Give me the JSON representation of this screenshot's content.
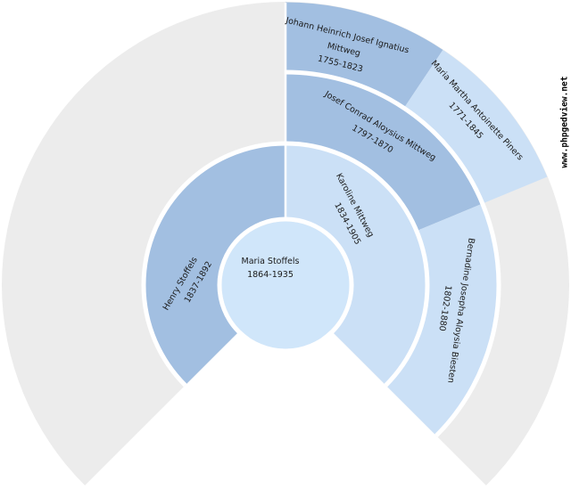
{
  "fan_chart": {
    "type": "genealogy-fan-chart",
    "fan_degrees": 270,
    "generations": 4,
    "watermark": "www.phpgedview.net",
    "colors": {
      "male_wedge": "#a2bfe1",
      "female_wedge": "#cbe0f6",
      "center_circle": "#d0e6fa",
      "empty_wedge": "#ececec",
      "separator": "#ffffff",
      "label_text": "#1a1a1a",
      "watermark_text": "#000000",
      "background": "#ffffff"
    },
    "center_person": {
      "name": "Maria Stoffels",
      "dates": "1864-1935",
      "display_lines": [
        "Maria Stoffels",
        "1864-1935"
      ]
    },
    "ancestors": [
      {
        "relation": "father",
        "generation": 1,
        "slot": 0,
        "shade": "male_wedge",
        "name": "Henry Stoffels",
        "dates": "1837-1892",
        "display_lines": [
          "Henry Stoffels",
          "1837-1892"
        ]
      },
      {
        "relation": "mother",
        "generation": 1,
        "slot": 1,
        "shade": "female_wedge",
        "name": "Karoline Mittweg",
        "dates": "1834-1905",
        "display_lines": [
          "Karoline Mittweg",
          "1834-1905"
        ]
      },
      {
        "relation": "maternal-grandfather",
        "generation": 2,
        "slot": 2,
        "shade": "male_wedge",
        "name": "Josef Conrad Aloysius Mittweg",
        "dates": "1797-1870",
        "display_lines": [
          "Josef Conrad Aloysius Mittweg",
          "1797-1870"
        ]
      },
      {
        "relation": "maternal-grandmother",
        "generation": 2,
        "slot": 3,
        "shade": "female_wedge",
        "name": "Bernadine Josepha Aloysia Biesten",
        "dates": "1802-1880",
        "display_lines": [
          "Bernadine Josepha Aloysia Biesten",
          "1802-1880"
        ]
      },
      {
        "relation": "maternal-great-grandfather",
        "generation": 3,
        "slot": 4,
        "shade": "male_wedge",
        "name": "Johann Heinrich Josef Ignatius Mittweg",
        "dates": "1755-1823",
        "display_lines": [
          "Johann Heinrich Josef Ignatius",
          "Mittweg",
          "1755-1823"
        ]
      },
      {
        "relation": "maternal-great-grandmother",
        "generation": 3,
        "slot": 5,
        "shade": "female_wedge",
        "name": "Maria Martha Antoinette Piners",
        "dates": "1771-1845",
        "display_lines": [
          "Maria Martha Antoinette Piners",
          "1771-1845"
        ]
      }
    ]
  }
}
